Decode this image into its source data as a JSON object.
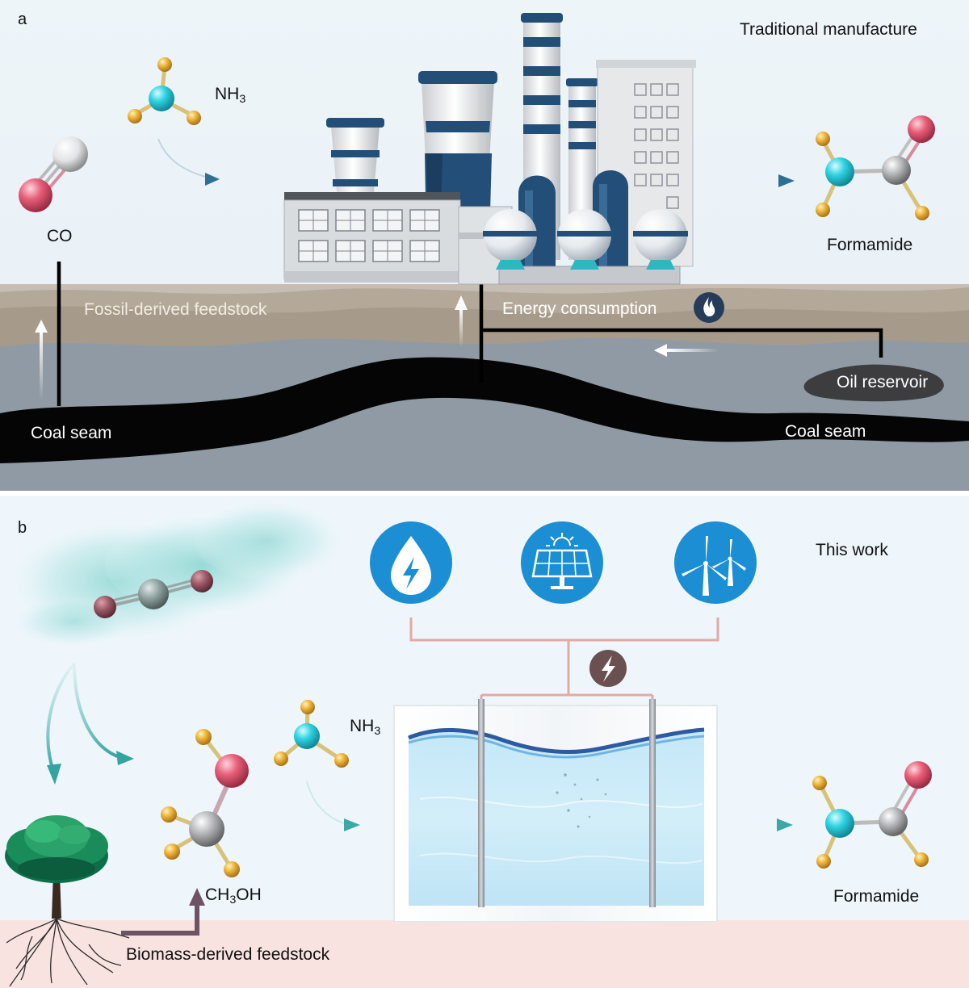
{
  "panel_a": {
    "label": "a",
    "title": "Traditional manufacture",
    "co_label": "CO",
    "nh3": {
      "base": "NH",
      "sub": "3"
    },
    "product_label": "Formamide",
    "fossil_label": "Fossil-derived feedstock",
    "energy_label": "Energy consumption",
    "oil_label": "Oil reservoir",
    "coal_left_label": "Coal seam",
    "coal_right_label": "Coal seam"
  },
  "panel_b": {
    "label": "b",
    "title": "This work",
    "nh3": {
      "base": "NH",
      "sub": "3"
    },
    "methanol": {
      "p1": "CH",
      "sub": "3",
      "p2": "OH"
    },
    "product_label": "Formamide",
    "biomass_label": "Biomass-derived feedstock"
  },
  "icons": [
    "flame-icon",
    "hydropower-icon",
    "solar-panel-icon",
    "wind-turbine-icon",
    "lightning-icon"
  ],
  "colors": {
    "hydrogen": "#f0b63a",
    "nitrogen": "#2fd3e2",
    "carbon": "#9ea0a2",
    "oxygen": "#e8607a",
    "factory_blue": "#234e78",
    "renewable_blue": "#1b8ed4",
    "wire": "#e3a9a3",
    "teal_arrow": "#3aa9a6"
  }
}
